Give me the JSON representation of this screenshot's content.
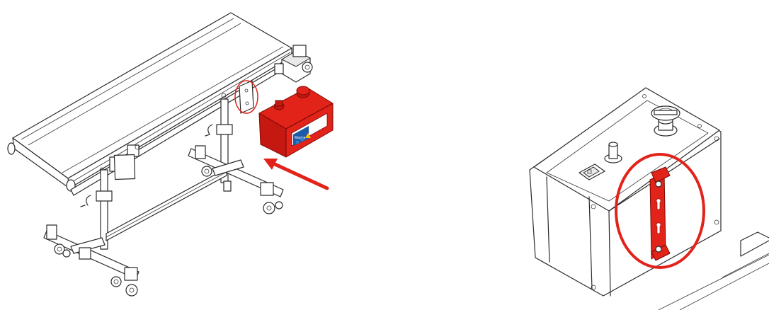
{
  "figure": {
    "left_panel": {
      "subject": "conveyor-with-red-control-box",
      "box_label": "Magna"
    },
    "right_panel": {
      "subject": "control-box-bracket-detail"
    },
    "accent_color": "#e2231a",
    "line_color": "#2b2b2b"
  }
}
